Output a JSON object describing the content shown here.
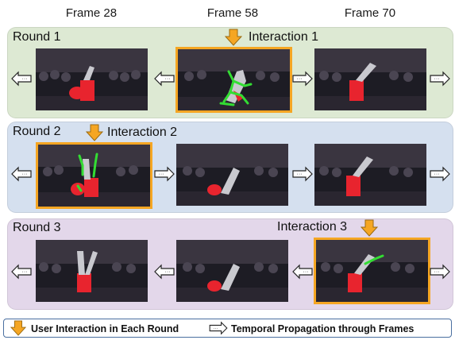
{
  "headers": {
    "frame1": "Frame 28",
    "frame2": "Frame 58",
    "frame3": "Frame 70"
  },
  "rounds": [
    {
      "label": "Round 1",
      "interaction": "Interaction 1",
      "color": "#dde9d3"
    },
    {
      "label": "Round 2",
      "interaction": "Interaction 2",
      "color": "#d5e0ef"
    },
    {
      "label": "Round 3",
      "interaction": "Interaction 3",
      "color": "#e3d7ea"
    }
  ],
  "legend": {
    "interaction_label": "User Interaction in Each Round",
    "propagation_label": "Temporal Propagation through Frames"
  },
  "colors": {
    "interaction_arrow": "#f5a623",
    "frame_highlight": "#f5a623",
    "scribble": "#33dd33",
    "dancer_mask": "#e8242e"
  },
  "icons": {
    "interaction": "down-arrow-icon",
    "propagation": "right-arrow-icon"
  }
}
